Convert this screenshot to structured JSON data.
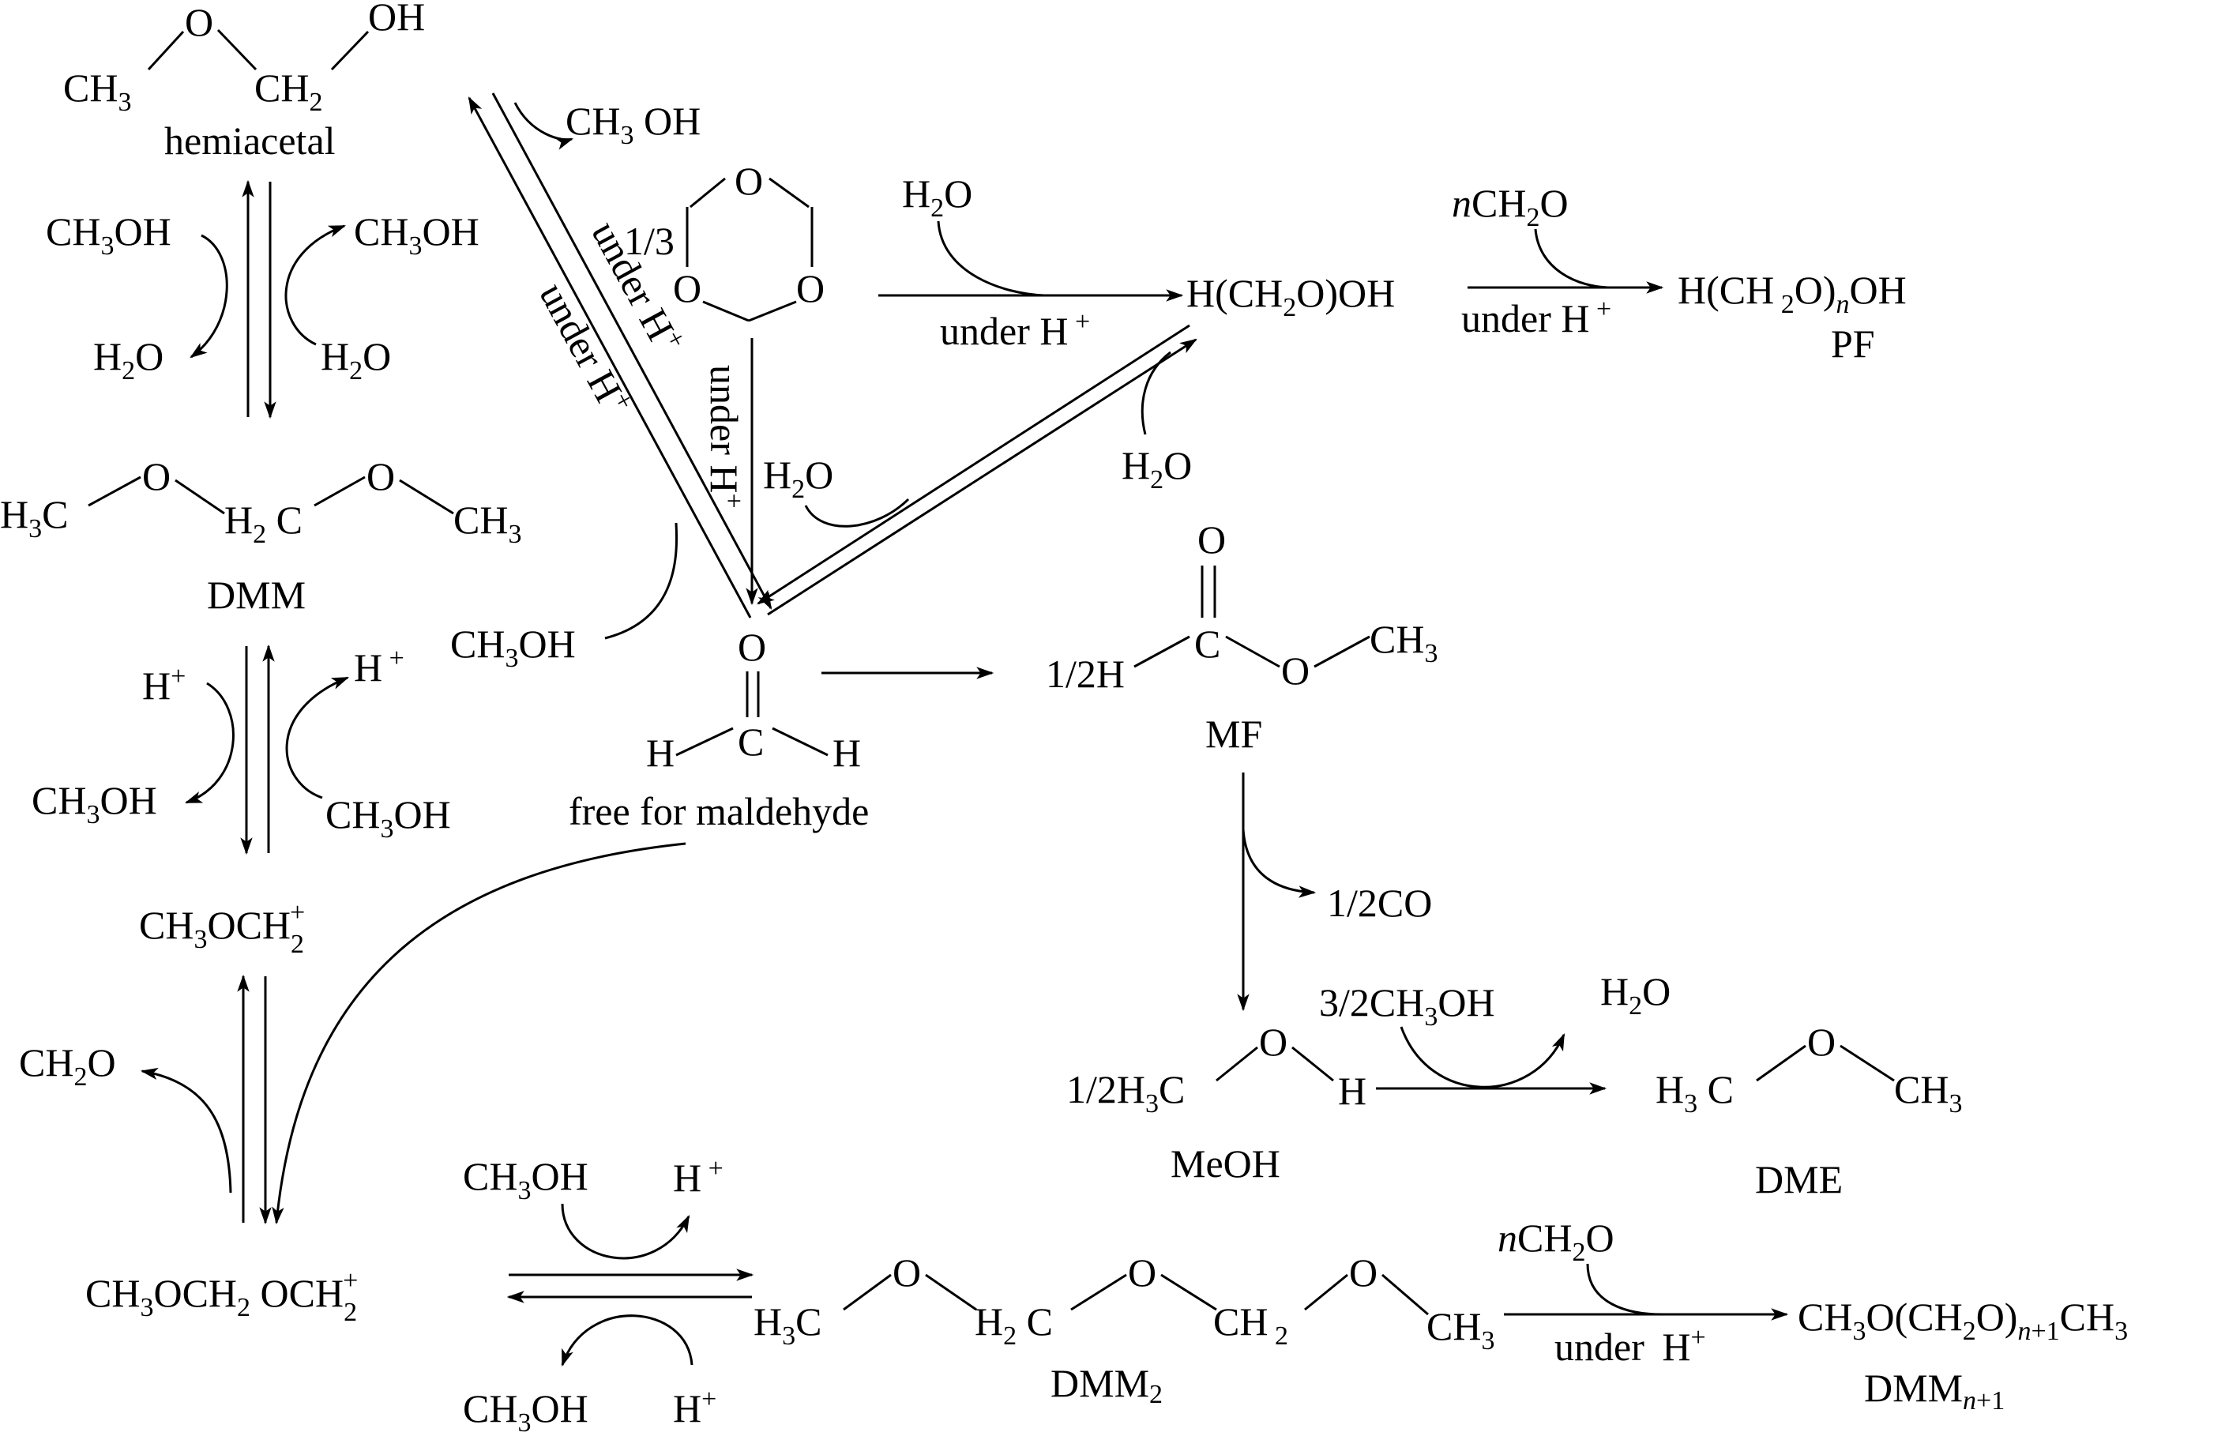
{
  "species": {
    "hemiacetal_label": "hemiacetal",
    "dmm_label": "DMM",
    "free_formaldehyde_label": "free for maldehyde",
    "mf_label": "MF",
    "meoh_label": "MeOH",
    "dme_label": "DME",
    "pf_label": "PF",
    "dmm2_label": "DMM2",
    "dmm_n1_label": "DMMn+1"
  },
  "conditions": {
    "under_h": "under H+"
  },
  "formulas": {
    "ch3oh": "CH3OH",
    "h2o": "H2O",
    "hplus": "H+",
    "ch3och2": "CH3OCH2+",
    "ch3och2och2": "CH3OCH2OCH2+",
    "ch2o": "CH2O",
    "nch2o": "nCH2O",
    "h_ch2o_oh": "H(CH2O)OH",
    "h_ch2o_n_oh": "H(CH2O)nOH",
    "ch3o_ch2o_n1_ch3": "CH3O(CH2O)n+1CH3",
    "co": "1/2CO",
    "three_half_ch3oh": "3/2CH3OH",
    "one_third": "1/3",
    "half_h": "1/2H",
    "half_h3c": "1/2H3C"
  }
}
